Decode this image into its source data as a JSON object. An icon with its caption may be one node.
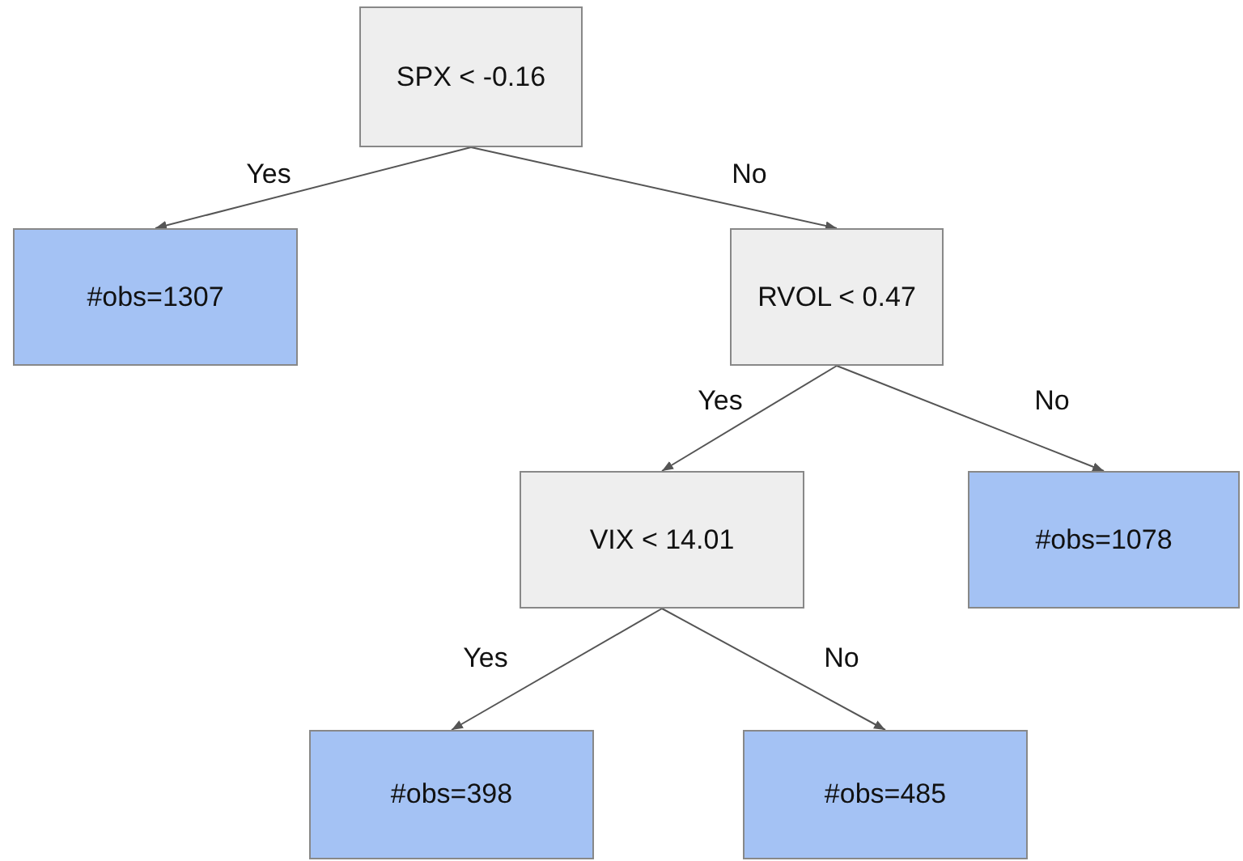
{
  "diagram": {
    "nodes": [
      {
        "text": [
          "SPX < -0.16"
        ]
      },
      {
        "text": [
          "#obs=1307"
        ]
      },
      {
        "text": [
          "RVOL < 0.47"
        ]
      },
      {
        "text": [
          "VIX < 14.01"
        ]
      },
      {
        "text": [
          "#obs=1078"
        ]
      },
      {
        "text": [
          "#obs=398"
        ]
      },
      {
        "text": [
          "#obs=485"
        ]
      }
    ],
    "edges": [
      {
        "from": 0,
        "to": 1,
        "arrow": "to",
        "label": "Yes"
      },
      {
        "from": 0,
        "to": 2,
        "arrow": "to",
        "label": "No"
      },
      {
        "from": 2,
        "to": 3,
        "arrow": "to",
        "label": "Yes"
      },
      {
        "from": 2,
        "to": 4,
        "arrow": "to",
        "label": "No"
      },
      {
        "from": 3,
        "to": 5,
        "arrow": "to",
        "label": "Yes"
      },
      {
        "from": 3,
        "to": 6,
        "arrow": "to",
        "label": "No"
      }
    ]
  }
}
